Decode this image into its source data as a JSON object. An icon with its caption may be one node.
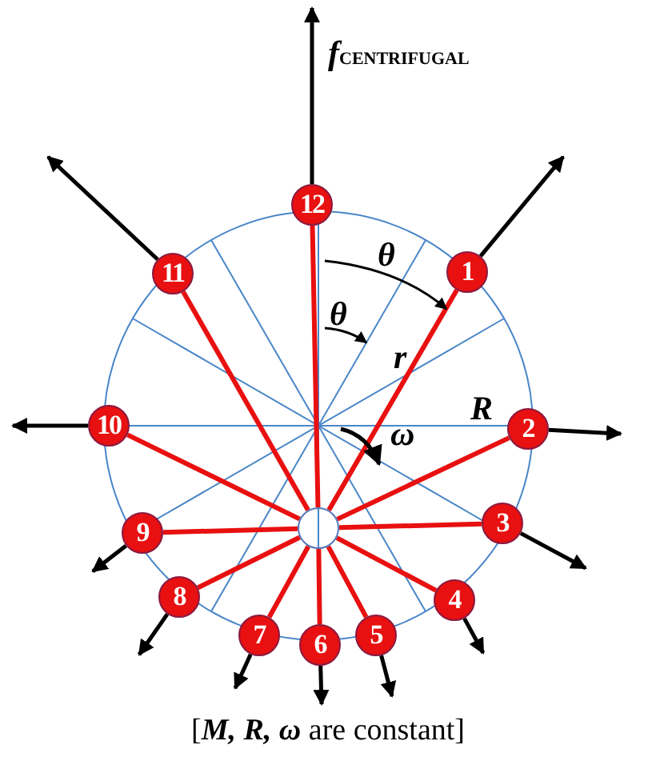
{
  "diagram": {
    "caption": "[**M, R, ω** are constant]",
    "nodes": [
      {
        "text": [
          "1"
        ]
      },
      {
        "text": [
          "2"
        ]
      },
      {
        "text": [
          "3"
        ]
      },
      {
        "text": [
          "4"
        ]
      },
      {
        "text": [
          "5"
        ]
      },
      {
        "text": [
          "6"
        ]
      },
      {
        "text": [
          "7"
        ]
      },
      {
        "text": [
          "8"
        ]
      },
      {
        "text": [
          "9"
        ]
      },
      {
        "text": [
          "10"
        ]
      },
      {
        "text": [
          "11"
        ]
      },
      {
        "text": [
          "12"
        ]
      },
      {
        "text": [],
        "shape": "circle"
      }
    ],
    "edges": [
      {
        "from": 12,
        "to": 0,
        "arrow": "none",
        "color": "#e81010"
      },
      {
        "from": 12,
        "to": 1,
        "arrow": "none",
        "color": "#e81010"
      },
      {
        "from": 12,
        "to": 2,
        "arrow": "none",
        "color": "#e81010"
      },
      {
        "from": 12,
        "to": 3,
        "arrow": "none",
        "color": "#e81010"
      },
      {
        "from": 12,
        "to": 4,
        "arrow": "none",
        "color": "#e81010"
      },
      {
        "from": 12,
        "to": 5,
        "arrow": "none",
        "color": "#e81010"
      },
      {
        "from": 12,
        "to": 6,
        "arrow": "none",
        "color": "#e81010"
      },
      {
        "from": 12,
        "to": 7,
        "arrow": "none",
        "color": "#e81010"
      },
      {
        "from": 12,
        "to": 8,
        "arrow": "none",
        "color": "#e81010"
      },
      {
        "from": 12,
        "to": 9,
        "arrow": "none",
        "color": "#e81010"
      },
      {
        "from": 12,
        "to": 10,
        "arrow": "none",
        "color": "#e81010"
      },
      {
        "from": 12,
        "to": 11,
        "arrow": "none",
        "color": "#e81010"
      },
      {
        "from": 0,
        "to": null,
        "arrow": "to",
        "color": "#000000"
      },
      {
        "from": 1,
        "to": null,
        "arrow": "to",
        "color": "#000000"
      },
      {
        "from": 2,
        "to": null,
        "arrow": "to",
        "color": "#000000"
      },
      {
        "from": 3,
        "to": null,
        "arrow": "to",
        "color": "#000000"
      },
      {
        "from": 4,
        "to": null,
        "arrow": "to",
        "color": "#000000"
      },
      {
        "from": 5,
        "to": null,
        "arrow": "to",
        "color": "#000000"
      },
      {
        "from": 6,
        "to": null,
        "arrow": "to",
        "color": "#000000"
      },
      {
        "from": 7,
        "to": null,
        "arrow": "to",
        "color": "#000000"
      },
      {
        "from": 8,
        "to": null,
        "arrow": "to",
        "color": "#000000"
      },
      {
        "from": 9,
        "to": null,
        "arrow": "to",
        "color": "#000000"
      },
      {
        "from": 10,
        "to": null,
        "arrow": "to",
        "color": "#000000"
      },
      {
        "from": 11,
        "to": null,
        "arrow": "to",
        "color": "#000000"
      }
    ],
    "labels": [
      "*f*$_{CENTRIFUGAL}$",
      "θ",
      "θ",
      "r",
      "R",
      "ω"
    ]
  }
}
